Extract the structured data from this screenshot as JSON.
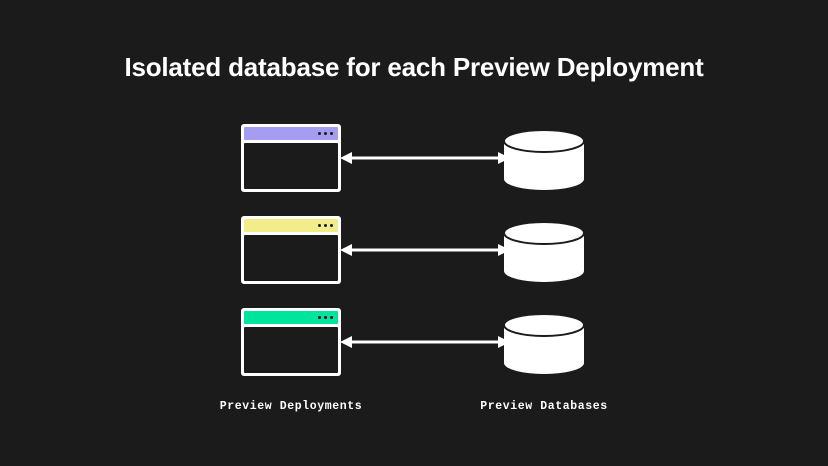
{
  "slide": {
    "title": "Isolated database for each Preview Deployment",
    "background_color": "#1b1b1b",
    "text_color": "#ffffff"
  },
  "diagram": {
    "type": "architecture-diagram",
    "relationship": "bidirectional",
    "arrow_color": "#ffffff",
    "rows": [
      {
        "deployment": {
          "name": "preview-deployment-1",
          "titlebar_color": "#a59df2",
          "window_dots": 3,
          "frame_color": "#ffffff",
          "screen_color": "#1b1b1b"
        },
        "database": {
          "name": "preview-database-1",
          "shape": "cylinder",
          "fill_color": "#ffffff",
          "outline_color": "#1b1b1b"
        },
        "connector": {
          "icon": "double-headed-arrow-icon",
          "direction": "bidirectional"
        }
      },
      {
        "deployment": {
          "name": "preview-deployment-2",
          "titlebar_color": "#f2ed8a",
          "window_dots": 3,
          "frame_color": "#ffffff",
          "screen_color": "#1b1b1b"
        },
        "database": {
          "name": "preview-database-2",
          "shape": "cylinder",
          "fill_color": "#ffffff",
          "outline_color": "#1b1b1b"
        },
        "connector": {
          "icon": "double-headed-arrow-icon",
          "direction": "bidirectional"
        }
      },
      {
        "deployment": {
          "name": "preview-deployment-3",
          "titlebar_color": "#00e59c",
          "window_dots": 3,
          "frame_color": "#ffffff",
          "screen_color": "#1b1b1b"
        },
        "database": {
          "name": "preview-database-3",
          "shape": "cylinder",
          "fill_color": "#ffffff",
          "outline_color": "#1b1b1b"
        },
        "connector": {
          "icon": "double-headed-arrow-icon",
          "direction": "bidirectional"
        }
      }
    ],
    "captions": {
      "left": "Preview Deployments",
      "right": "Preview Databases"
    }
  }
}
